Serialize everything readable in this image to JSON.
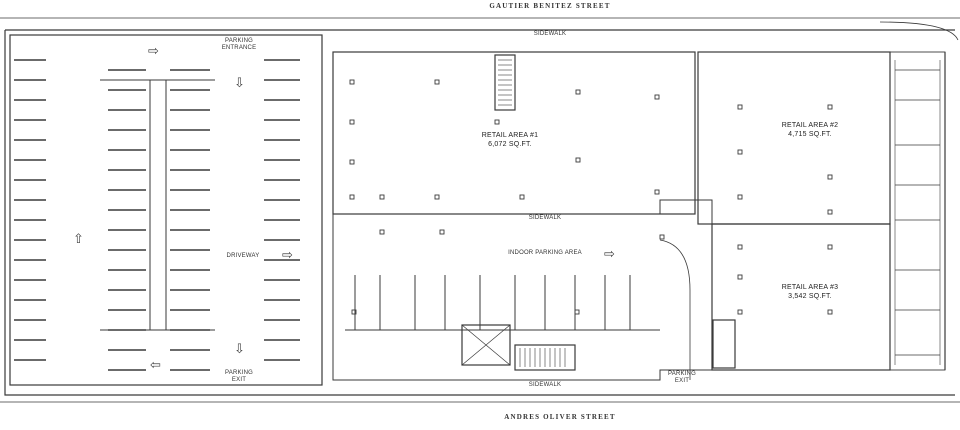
{
  "streets": {
    "north": "GAUTIER BENITEZ STREET",
    "south": "ANDRES OLIVER STREET"
  },
  "labels": {
    "sidewalk_top": "SIDEWALK",
    "sidewalk_mid": "SIDEWALK",
    "sidewalk_bottom": "SIDEWALK",
    "parking_entrance": [
      "PARKING",
      "ENTRANCE"
    ],
    "parking_exit_left": [
      "PARKING",
      "EXIT"
    ],
    "parking_exit_right": [
      "PARKING",
      "EXIT"
    ],
    "driveway": "DRIVEWAY",
    "indoor_parking": "INDOOR PARKING AREA"
  },
  "retail_areas": [
    {
      "name": "RETAIL AREA #1",
      "size": "6,072 SQ.FT."
    },
    {
      "name": "RETAIL AREA #2",
      "size": "4,715 SQ.FT."
    },
    {
      "name": "RETAIL AREA #3",
      "size": "3,542 SQ.FT."
    }
  ],
  "icons": {
    "arrow_right": "arrow-right-icon",
    "arrow_down": "arrow-down-icon",
    "arrow_up": "arrow-up-icon",
    "arrow_left": "arrow-left-icon"
  },
  "colors": {
    "line": "#3a3a3a",
    "paper": "#ffffff"
  }
}
